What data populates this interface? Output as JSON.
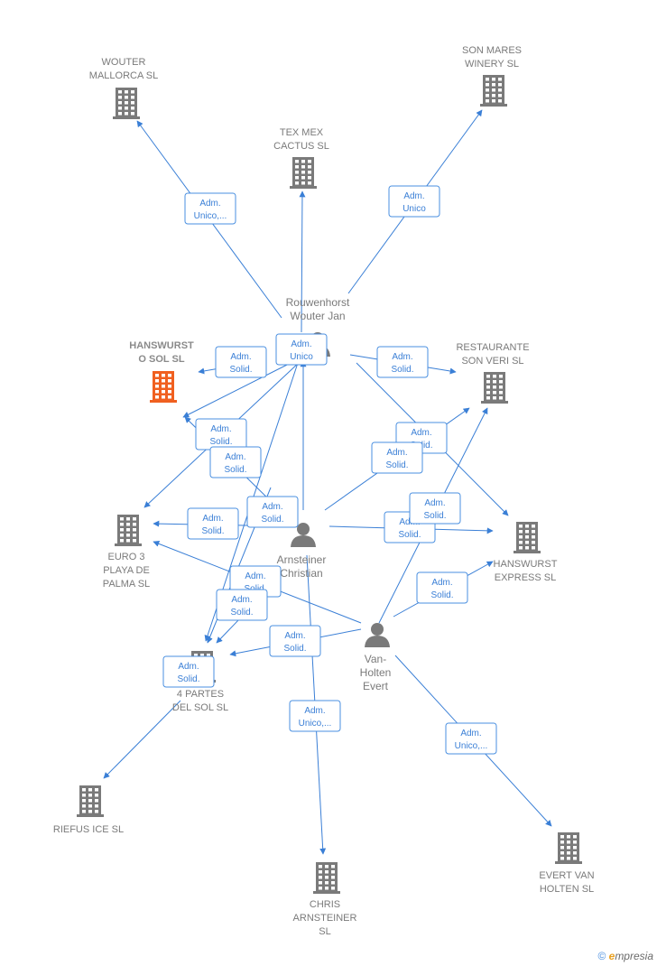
{
  "companies": [
    {
      "id": "wouter_mallorca",
      "lines": [
        "WOUTER",
        "MALLORCA  SL"
      ],
      "focus": false
    },
    {
      "id": "son_mares",
      "lines": [
        "SON MARES",
        "WINERY  SL"
      ],
      "focus": false
    },
    {
      "id": "tex_mex",
      "lines": [
        "TEX MEX",
        "CACTUS  SL"
      ],
      "focus": false
    },
    {
      "id": "hanswurst_sol",
      "lines": [
        "HANSWURST",
        "O SOL  SL"
      ],
      "focus": true
    },
    {
      "id": "restaurante",
      "lines": [
        "RESTAURANTE",
        "SON VERI  SL"
      ],
      "focus": false
    },
    {
      "id": "euro3",
      "lines": [
        "EURO 3",
        "PLAYA DE",
        "PALMA  SL"
      ],
      "focus": false
    },
    {
      "id": "hanswurst_express",
      "lines": [
        "HANSWURST",
        "EXPRESS  SL"
      ],
      "focus": false
    },
    {
      "id": "partes",
      "lines": [
        "4 PARTES",
        "DEL SOL  SL"
      ],
      "focus": false
    },
    {
      "id": "riefus",
      "lines": [
        "RIEFUS ICE SL"
      ],
      "focus": false
    },
    {
      "id": "chris",
      "lines": [
        "CHRIS",
        "ARNSTEINER",
        "SL"
      ],
      "focus": false
    },
    {
      "id": "evert_holten",
      "lines": [
        "EVERT VAN",
        "HOLTEN  SL"
      ],
      "focus": false
    }
  ],
  "persons": [
    {
      "id": "rouwenhorst",
      "lines": [
        "Rouwenhorst",
        "Wouter Jan"
      ]
    },
    {
      "id": "arnsteiner",
      "lines": [
        "Arnsteiner",
        "Christian"
      ]
    },
    {
      "id": "vanholten",
      "lines": [
        "Van-",
        "Holten",
        "Evert"
      ]
    }
  ],
  "edge_labels": [
    {
      "id": "e1",
      "lines": [
        "Adm.",
        "Unico,..."
      ]
    },
    {
      "id": "e2",
      "lines": [
        "Adm.",
        "Unico"
      ]
    },
    {
      "id": "e3",
      "lines": [
        "Adm.",
        "Unico"
      ]
    },
    {
      "id": "e4",
      "lines": [
        "Adm.",
        "Solid."
      ]
    },
    {
      "id": "e5",
      "lines": [
        "Adm.",
        "Solid."
      ]
    },
    {
      "id": "e6",
      "lines": [
        "Adm.",
        "Solid."
      ]
    },
    {
      "id": "e7",
      "lines": [
        "Adm.",
        "Solid."
      ]
    },
    {
      "id": "e8",
      "lines": [
        "Adm.",
        "Solid."
      ]
    },
    {
      "id": "e9",
      "lines": [
        "Adm.",
        "Solid."
      ]
    },
    {
      "id": "e10",
      "lines": [
        "Adm.",
        "Solid."
      ]
    },
    {
      "id": "e11",
      "lines": [
        "Adm.",
        "Solid."
      ]
    },
    {
      "id": "e12",
      "lines": [
        "Adm.",
        "Solid."
      ]
    },
    {
      "id": "e13",
      "lines": [
        "Adm.",
        "Solid."
      ]
    },
    {
      "id": "e14",
      "lines": [
        "Adm.",
        "Solid."
      ]
    },
    {
      "id": "e15",
      "lines": [
        "Adm.",
        "Solid."
      ]
    },
    {
      "id": "e16",
      "lines": [
        "Adm.",
        "Solid."
      ]
    },
    {
      "id": "e17",
      "lines": [
        "Adm.",
        "Solid."
      ]
    },
    {
      "id": "e18",
      "lines": [
        "Adm.",
        "Solid."
      ]
    },
    {
      "id": "e19",
      "lines": [
        "Adm.",
        "Unico,..."
      ]
    },
    {
      "id": "e20",
      "lines": [
        "Adm.",
        "Unico,..."
      ]
    },
    {
      "id": "e21",
      "lines": [
        "Adm.",
        "Solid."
      ]
    }
  ],
  "footer": {
    "copyright": "©",
    "brand_initial": "e",
    "brand_rest": "mpresia"
  },
  "colors": {
    "edge": "#3a7fd6",
    "building": "#7a7a7a",
    "focus_building": "#f06020",
    "person": "#7a7a7a"
  }
}
